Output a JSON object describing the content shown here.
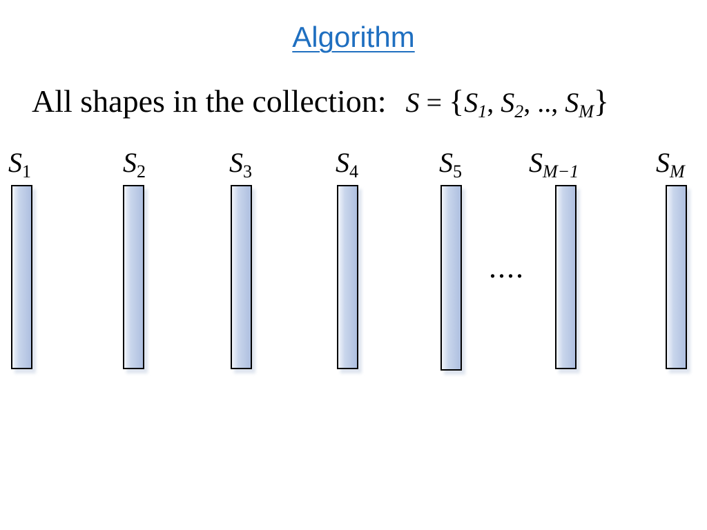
{
  "title": "Algorithm",
  "statement": {
    "text": "All shapes in the collection:",
    "formula": {
      "set_symbol": "S",
      "equals": "=",
      "open_brace": "{",
      "close_brace": "}",
      "items": [
        "S1",
        "S2",
        "..",
        "SM"
      ]
    }
  },
  "shapes": [
    {
      "label_main": "S",
      "label_sub": "1"
    },
    {
      "label_main": "S",
      "label_sub": "2"
    },
    {
      "label_main": "S",
      "label_sub": "3"
    },
    {
      "label_main": "S",
      "label_sub": "4"
    },
    {
      "label_main": "S",
      "label_sub": "5"
    },
    {
      "label_main": "S",
      "label_sub": "M−1"
    },
    {
      "label_main": "S",
      "label_sub": "M"
    }
  ],
  "ellipsis": "....",
  "colors": {
    "title": "#1f6fc0",
    "bar_fill": "#aebfe0",
    "bar_border": "#000000"
  }
}
